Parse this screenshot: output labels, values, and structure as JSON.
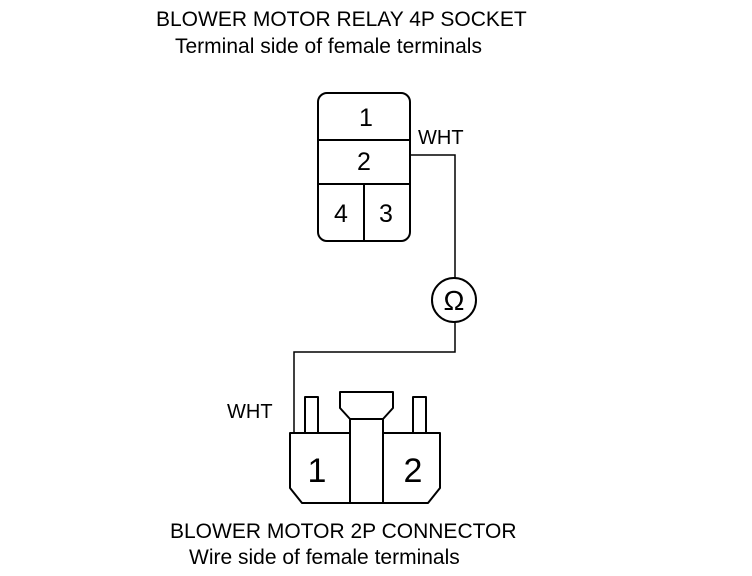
{
  "relay_socket": {
    "title": "BLOWER MOTOR RELAY 4P SOCKET",
    "subtitle": "Terminal side of female terminals",
    "terminals": {
      "t1": "1",
      "t2": "2",
      "t3": "3",
      "t4": "4"
    },
    "wire_label": "WHT"
  },
  "ohmmeter": {
    "symbol": "Ω"
  },
  "motor_connector": {
    "title": "BLOWER MOTOR 2P CONNECTOR",
    "subtitle": "Wire side of female terminals",
    "terminals": {
      "t1": "1",
      "t2": "2"
    },
    "wire_label": "WHT"
  },
  "colors": {
    "line": "#000000",
    "background": "#ffffff"
  }
}
